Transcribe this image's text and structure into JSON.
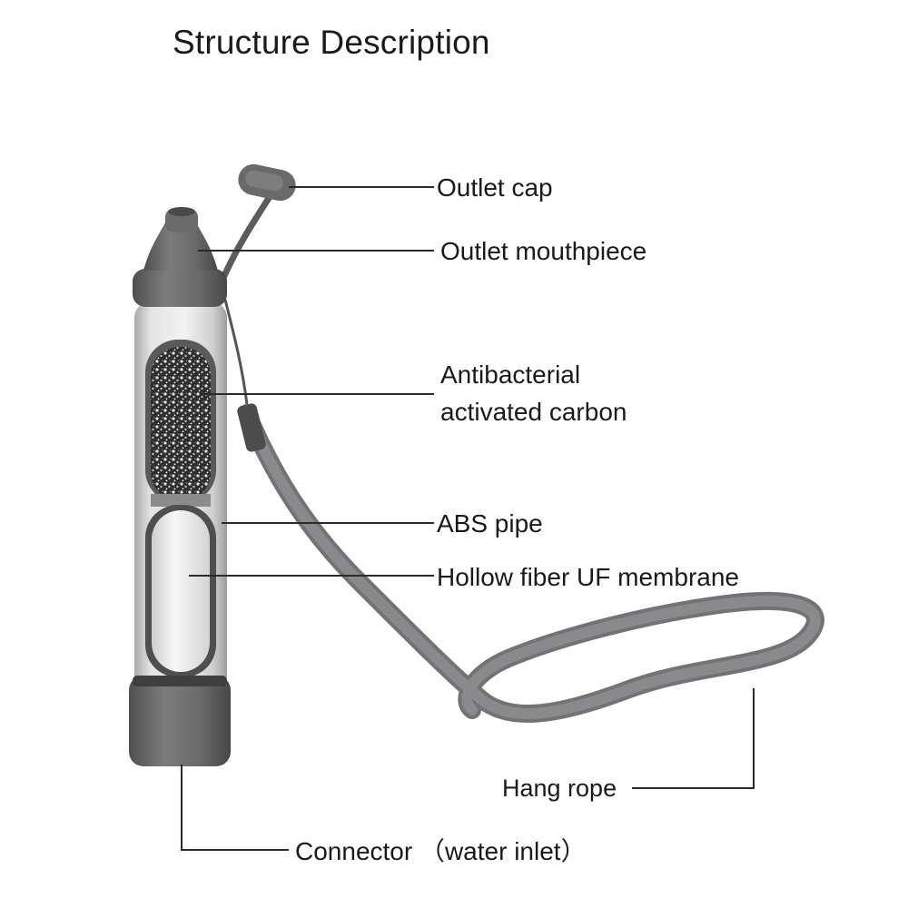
{
  "title": "Structure Description",
  "labels": {
    "outlet_cap": "Outlet cap",
    "outlet_mouthpiece": "Outlet mouthpiece",
    "carbon_line1": "Antibacterial",
    "carbon_line2": "activated carbon",
    "abs_pipe": "ABS pipe",
    "membrane": "Hollow fiber UF membrane",
    "hang_rope": "Hang rope",
    "connector": "Connector （water inlet）"
  },
  "colors": {
    "background": "#ffffff",
    "cap_gray": "#6f6f70",
    "body_light": "#dcdcdc",
    "strap_gray": "#737375",
    "leader_line": "#2a2a2a",
    "text": "#1a1a1a"
  }
}
